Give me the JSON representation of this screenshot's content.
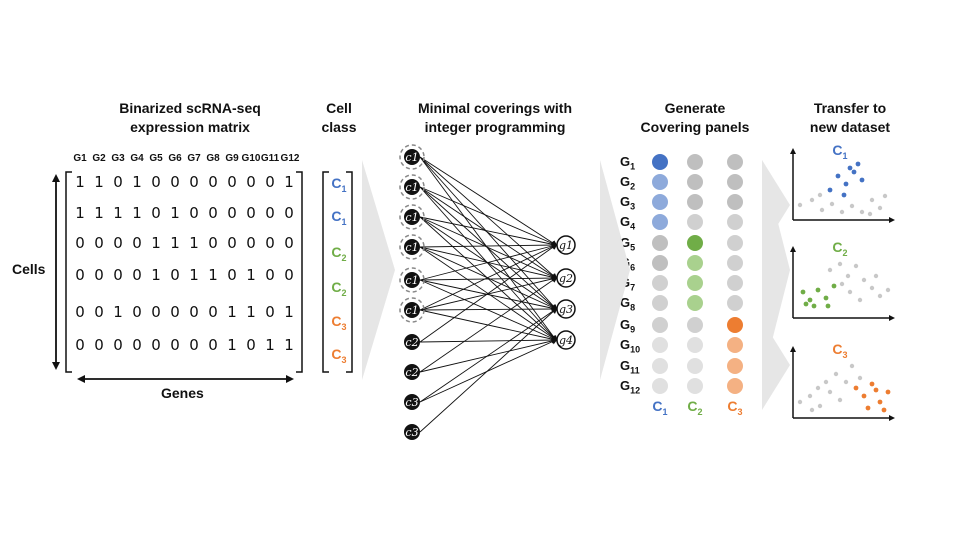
{
  "headers": {
    "matrix": [
      "Binarized scRNA-seq",
      "expression matrix"
    ],
    "cell_class": [
      "Cell",
      "class"
    ],
    "coverings": [
      "Minimal coverings with",
      "integer programming"
    ],
    "panels": [
      "Generate",
      "Covering panels"
    ],
    "transfer": [
      "Transfer to",
      "new dataset"
    ]
  },
  "axis_labels": {
    "cells": "Cells",
    "genes": "Genes"
  },
  "gene_headers": [
    "G1",
    "G2",
    "G3",
    "G4",
    "G5",
    "G6",
    "G7",
    "G8",
    "G9",
    "G10",
    "G11",
    "G12"
  ],
  "matrix_rows": [
    [
      "1",
      "1",
      "0",
      "1",
      "0",
      "0",
      "0",
      "0",
      "0",
      "0",
      "0",
      "1"
    ],
    [
      "1",
      "1",
      "1",
      "1",
      "0",
      "1",
      "0",
      "0",
      "0",
      "0",
      "0",
      "0"
    ],
    [
      "0",
      "0",
      "0",
      "0",
      "1",
      "1",
      "1",
      "0",
      "0",
      "0",
      "0",
      "0"
    ],
    [
      "0",
      "0",
      "0",
      "0",
      "1",
      "0",
      "1",
      "1",
      "0",
      "1",
      "0",
      "0"
    ],
    [
      "0",
      "0",
      "1",
      "0",
      "0",
      "0",
      "0",
      "0",
      "1",
      "1",
      "0",
      "1"
    ],
    [
      "0",
      "0",
      "0",
      "0",
      "0",
      "0",
      "0",
      "0",
      "1",
      "0",
      "1",
      "1"
    ]
  ],
  "cell_classes": [
    "C1",
    "C1",
    "C2",
    "C2",
    "C3",
    "C3"
  ],
  "bipartite": {
    "cell_nodes": [
      "c1",
      "c1",
      "c1",
      "c1",
      "c1",
      "c1",
      "c2",
      "c2",
      "c3",
      "c3"
    ],
    "gene_nodes": [
      "g1",
      "g2",
      "g3",
      "g4"
    ]
  },
  "panel": {
    "gene_labels": [
      "G1",
      "G2",
      "G3",
      "G4",
      "G5",
      "G6",
      "G7",
      "G8",
      "G9",
      "G10",
      "G11",
      "G12"
    ],
    "column_labels": [
      "C1",
      "C2",
      "C3"
    ]
  },
  "transfer_labels": [
    "C1",
    "C2",
    "C3"
  ],
  "colors": {
    "c1": "#4472c4",
    "c2": "#70ad47",
    "c3": "#ed7d31",
    "arrow": "#e6e6e6",
    "gray_dot": "#c0c0c0"
  }
}
